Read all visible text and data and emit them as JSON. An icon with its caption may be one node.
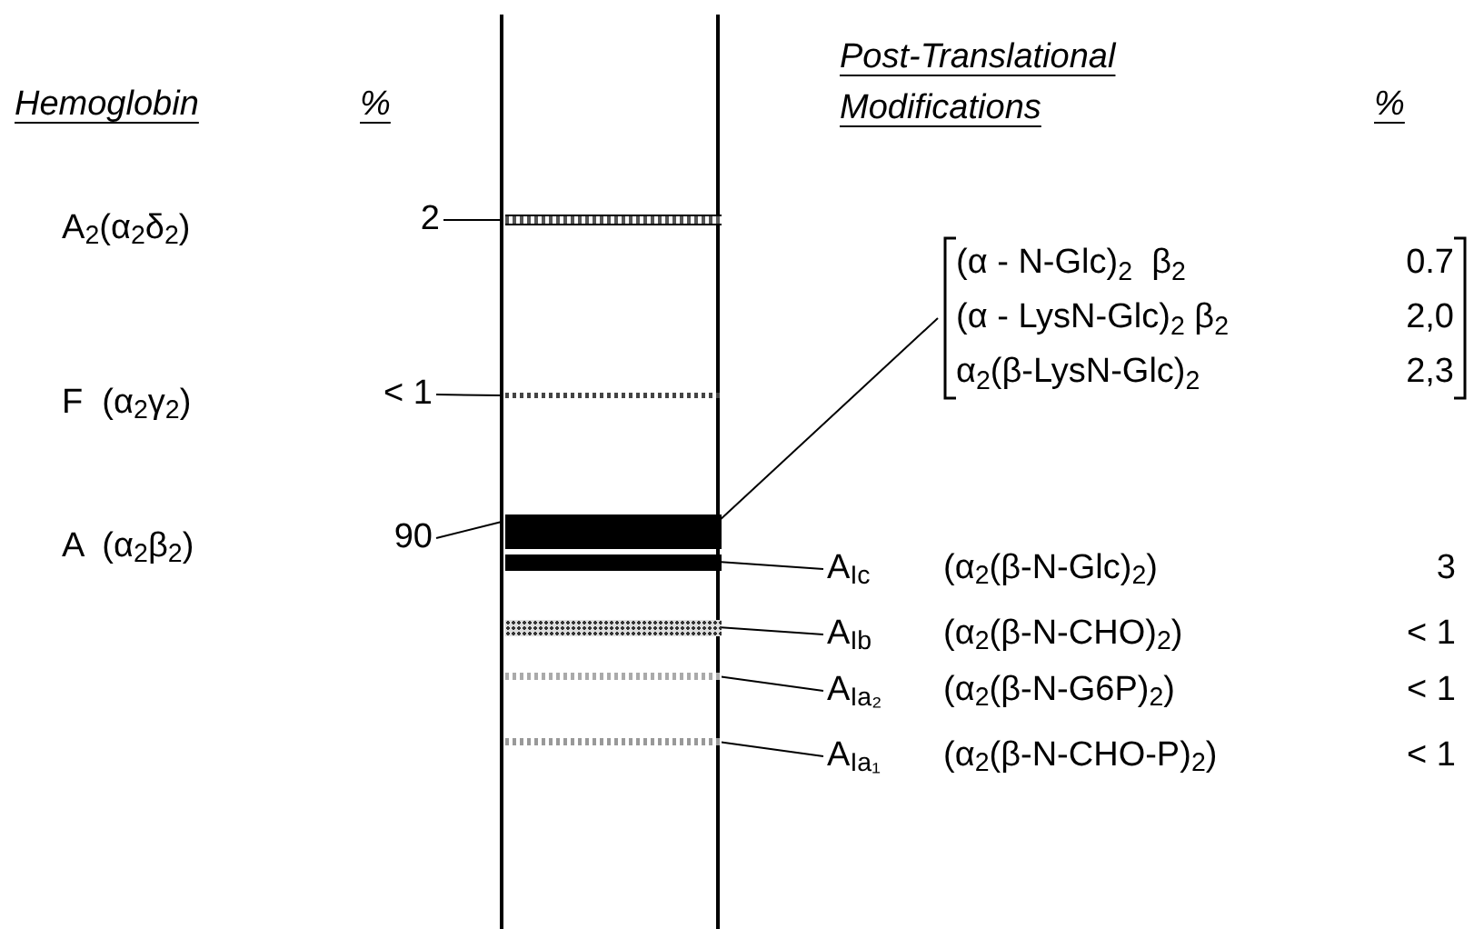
{
  "diagram": {
    "nodes": [
      {
        "text": [],
        "shape": "box"
      },
      {
        "text": [],
        "shape": "bar",
        "in": 0
      },
      {
        "text": [],
        "shape": "bar",
        "in": 0
      },
      {
        "text": [],
        "shape": "bar",
        "in": 0
      },
      {
        "text": [],
        "shape": "bar",
        "in": 0
      },
      {
        "text": [],
        "shape": "bar",
        "in": 0
      },
      {
        "text": [],
        "shape": "bar",
        "in": 0
      },
      {
        "text": [],
        "shape": "bar",
        "in": 0
      },
      {
        "text": [
          "2"
        ]
      },
      {
        "text": [
          "< 1"
        ]
      },
      {
        "text": [
          "90"
        ]
      },
      {
        "text": [
          "(α - N-Glc)$_{2}$  β$_{2}$",
          "0.7",
          "(α - LysN-Glc)$_{2}$ β$_{2}$",
          "2,0",
          "α$_{2}$(β-LysN-Glc)$_{2}$",
          "2,3"
        ]
      },
      {
        "text": [
          "A$_{Ic}$",
          "(α$_{2}$(β-N-Glc)$_{2}$)",
          "3"
        ]
      },
      {
        "text": [
          "A$_{Ib}$",
          "(α$_{2}$(β-N-CHO)$_{2}$)",
          "< 1"
        ]
      },
      {
        "text": [
          "A$_{Ia₂}$",
          "(α$_{2}$(β-N-G6P)$_{2}$)",
          "< 1"
        ]
      },
      {
        "text": [
          "A$_{Ia₁}$",
          "(α$_{2}$(β-N-CHO-P)$_{2}$)",
          "< 1"
        ]
      }
    ],
    "edges": [
      {
        "from": 8,
        "to": 1,
        "arrow": "none"
      },
      {
        "from": 9,
        "to": 2,
        "arrow": "none"
      },
      {
        "from": 10,
        "to": 3,
        "arrow": "none"
      },
      {
        "from": 11,
        "to": 3,
        "arrow": "none"
      },
      {
        "from": 12,
        "to": 4,
        "arrow": "none"
      },
      {
        "from": 13,
        "to": 5,
        "arrow": "none"
      },
      {
        "from": 14,
        "to": 6,
        "arrow": "none"
      },
      {
        "from": 15,
        "to": 7,
        "arrow": "none"
      }
    ],
    "labels": [
      "Hemoglobin",
      "%",
      "Post-Translational Modifications",
      "%",
      "A$_{2}$(α$_{2}$δ$_{2}$)",
      "F  (α$_{2}$γ$_{2}$)",
      "A  (α$_{2}$β$_{2}$)"
    ]
  }
}
